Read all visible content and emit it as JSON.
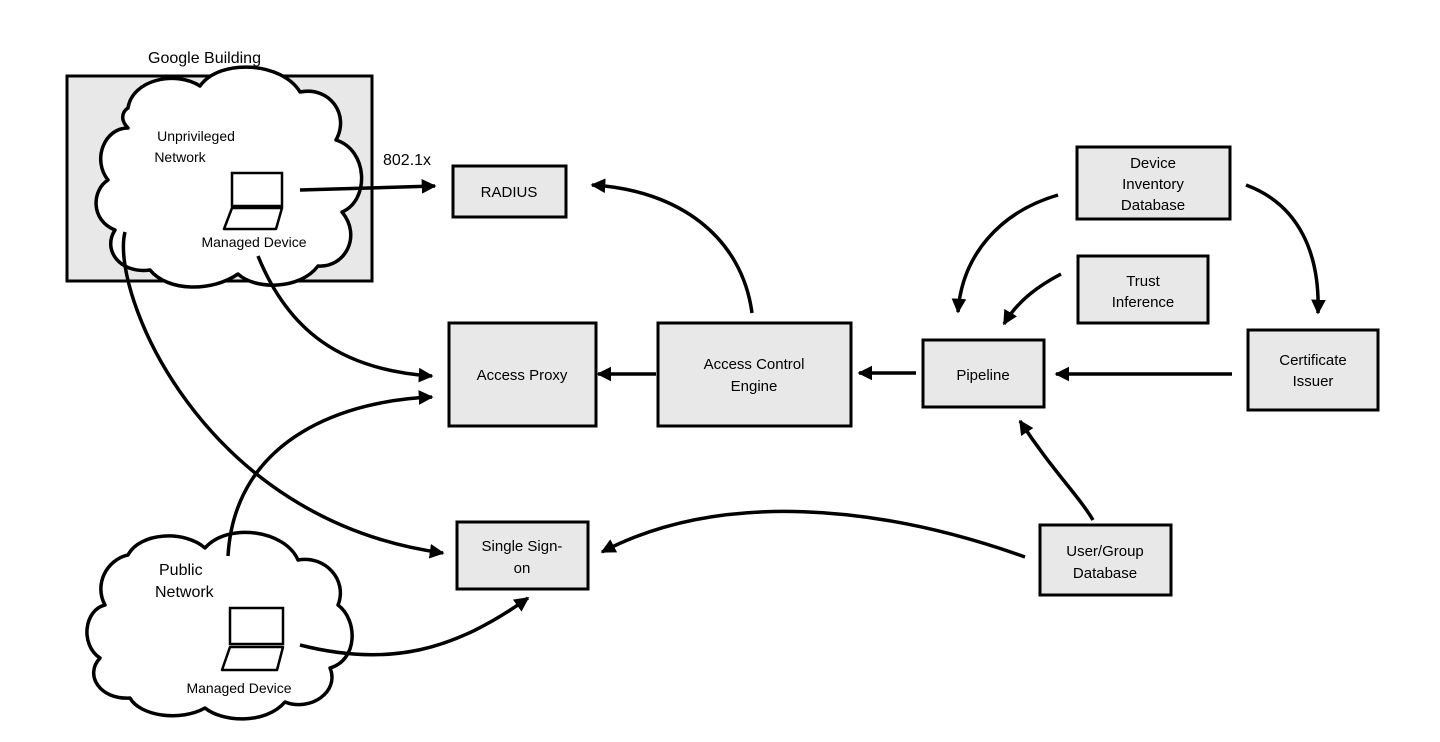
{
  "building": {
    "title": "Google Building"
  },
  "clouds": {
    "unprivileged": {
      "line1": "Unprivileged",
      "line2": "Network",
      "device": "Managed Device"
    },
    "public": {
      "line1": "Public",
      "line2": "Network",
      "device": "Managed Device"
    }
  },
  "nodes": {
    "radius": "RADIUS",
    "access_proxy": "Access Proxy",
    "access_control_engine": {
      "line1": "Access Control",
      "line2": "Engine"
    },
    "pipeline": "Pipeline",
    "certificate_issuer": {
      "line1": "Certificate",
      "line2": "Issuer"
    },
    "device_inventory_database": {
      "line1": "Device",
      "line2": "Inventory",
      "line3": "Database"
    },
    "trust_inference": {
      "line1": "Trust",
      "line2": "Inference"
    },
    "single_sign_on": {
      "line1": "Single Sign-",
      "line2": "on"
    },
    "user_group_database": {
      "line1": "User/Group",
      "line2": "Database"
    }
  },
  "edge_labels": {
    "dot1x": "802.1x"
  },
  "colors": {
    "box_fill": "#e8e8e8",
    "stroke": "#000000",
    "background": "#ffffff"
  }
}
